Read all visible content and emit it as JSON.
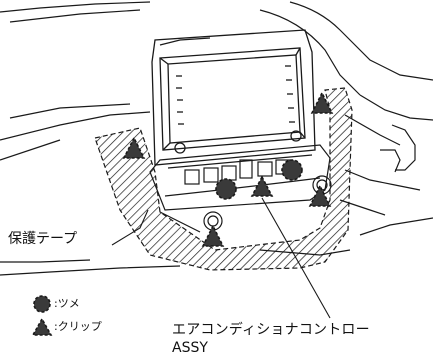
{
  "labels": {
    "protective_tape": "保護テープ",
    "ac_control_assy_line1": "エアコンディショナコントロー",
    "ac_control_assy_line2": "ASSY"
  },
  "legend": {
    "claw_text": ":ツメ",
    "clip_text": ":クリップ"
  },
  "symbols": {
    "claw_icon": "dashed-circle",
    "clip_icon": "dashed-triangle"
  },
  "colors": {
    "line": "#1a1a1a",
    "symbol_fill": "#3a3a3a",
    "hatch": "#1a1a1a",
    "background": "#ffffff"
  }
}
